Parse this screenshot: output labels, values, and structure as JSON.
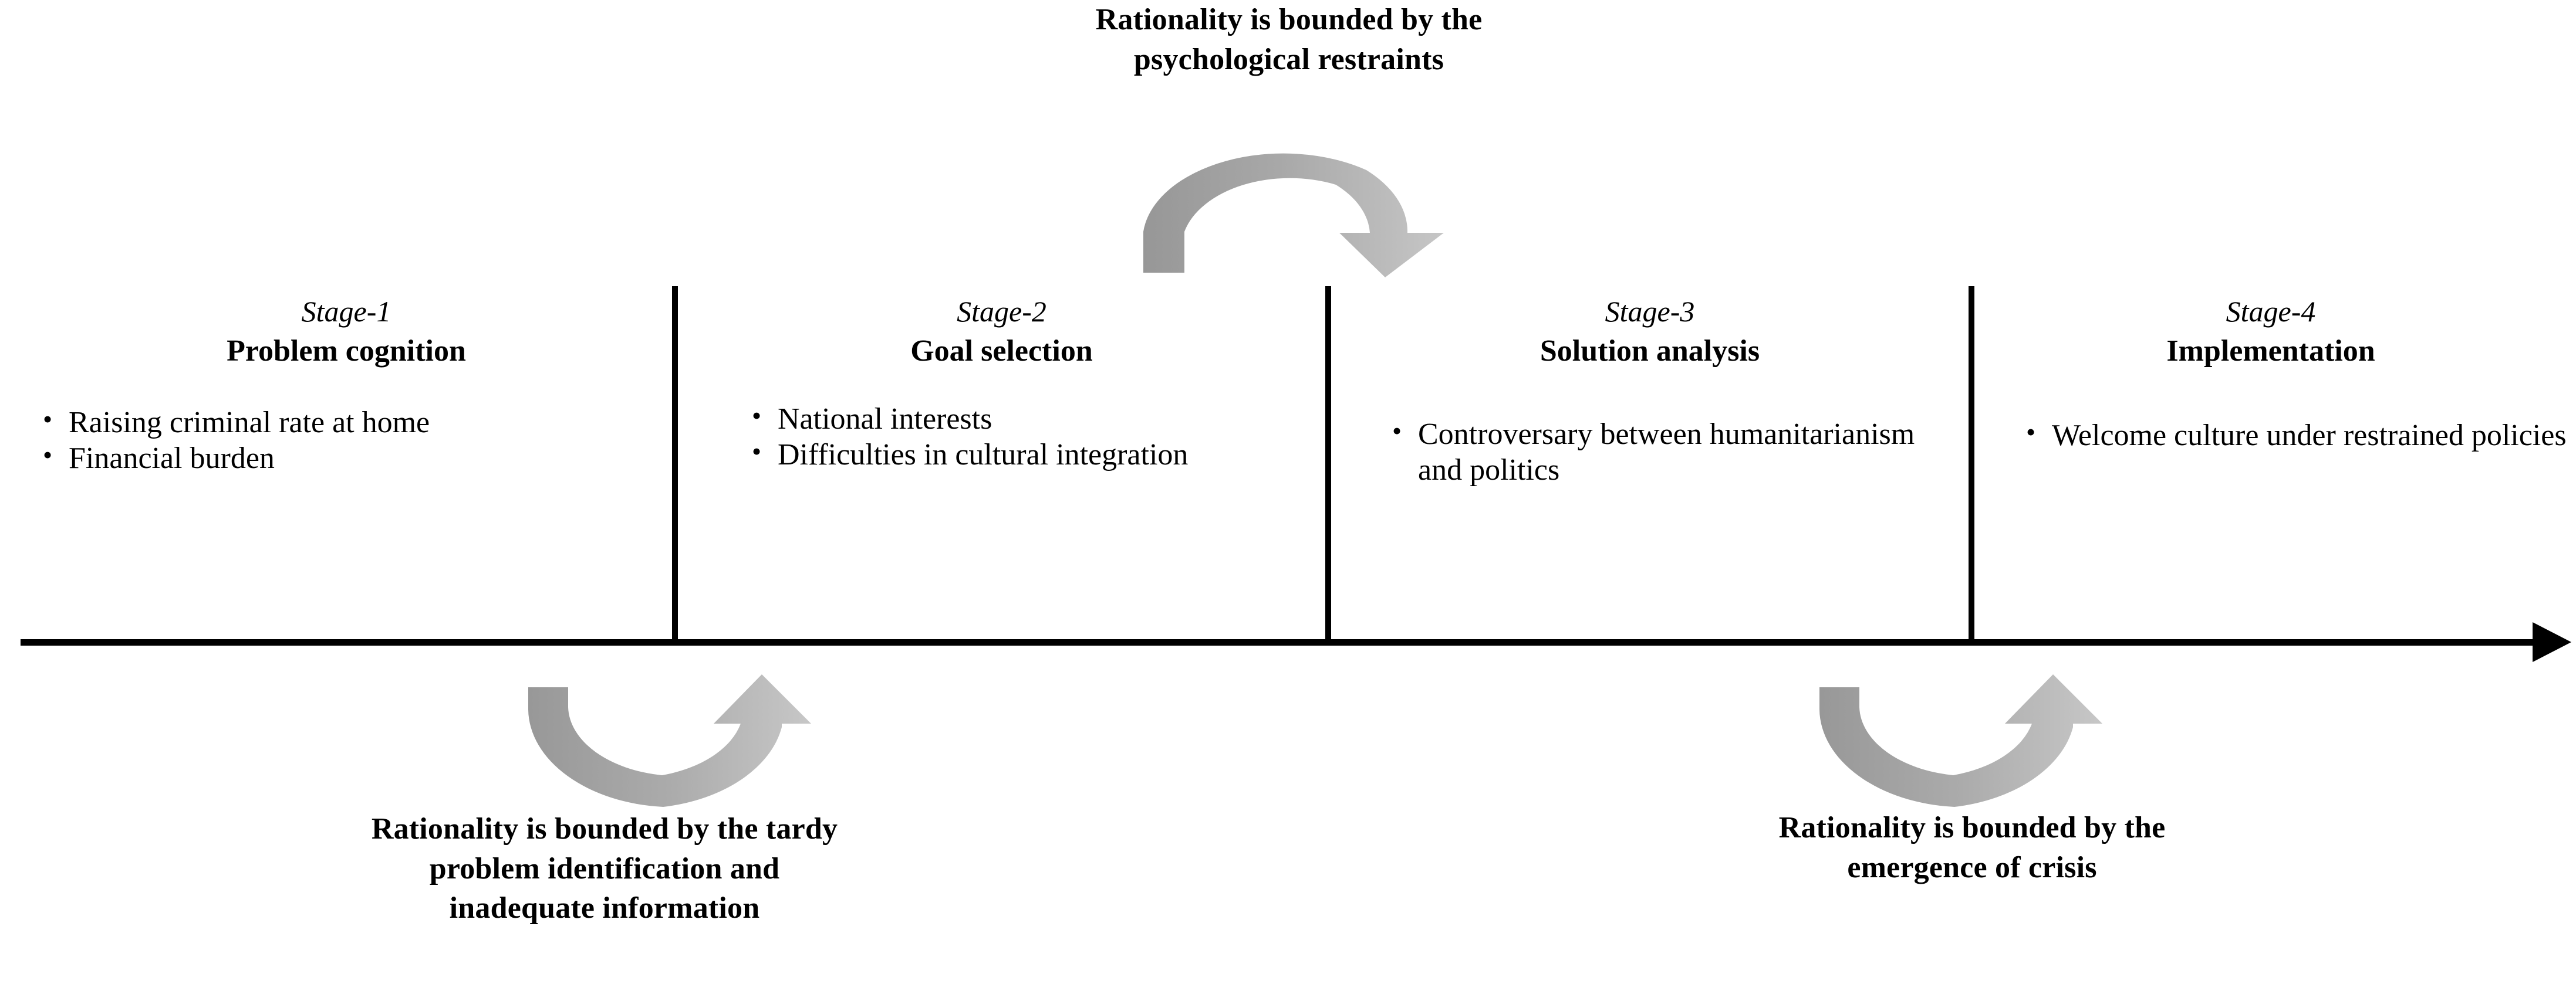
{
  "diagram": {
    "title_top": "Rationality is bounded by the psychological restraints",
    "axis": {
      "label": "",
      "direction": "left-to-right"
    },
    "captions": {
      "top": {
        "lines": [
          "Rationality is bounded by the",
          "psychological restraints"
        ]
      },
      "bottom_left": {
        "lines": [
          "Rationality is bounded by the  tardy",
          "problem identification and",
          "inadequate information"
        ]
      },
      "bottom_right": {
        "lines": [
          "Rationality is bounded by the",
          "emergence of  crisis"
        ]
      }
    },
    "stages": [
      {
        "number": "Stage-1",
        "title": "Problem cognition",
        "bullets": [
          "Raising criminal rate at home",
          "Financial burden"
        ]
      },
      {
        "number": "Stage-2",
        "title": "Goal selection",
        "bullets": [
          "National interests",
          "Difficulties in cultural integration"
        ]
      },
      {
        "number": "Stage-3",
        "title": "Solution analysis",
        "bullets": [
          "Controversary between humanitarianism and politics"
        ]
      },
      {
        "number": "Stage-4",
        "title": "Implementation",
        "bullets": [
          "Welcome culture under restrained policies"
        ]
      }
    ],
    "arrows": [
      {
        "name": "top-feedback-arrow",
        "shape": "arc-convex-up",
        "from_stage": "Stage-2",
        "to_stage": "Stage-3"
      },
      {
        "name": "bottom-left-feedback-arrow",
        "shape": "arc-concave-up",
        "from_stage": "Stage-1",
        "to_stage": "Stage-2"
      },
      {
        "name": "bottom-right-feedback-arrow",
        "shape": "arc-concave-up",
        "from_stage": "Stage-3",
        "to_stage": "Stage-4"
      }
    ],
    "bullet_glyph": "•",
    "colors": {
      "background": "#ffffff",
      "text": "#000000",
      "axis": "#000000",
      "arrow_dark": "#9a9a9a",
      "arrow_light": "#c4c4c4"
    }
  }
}
